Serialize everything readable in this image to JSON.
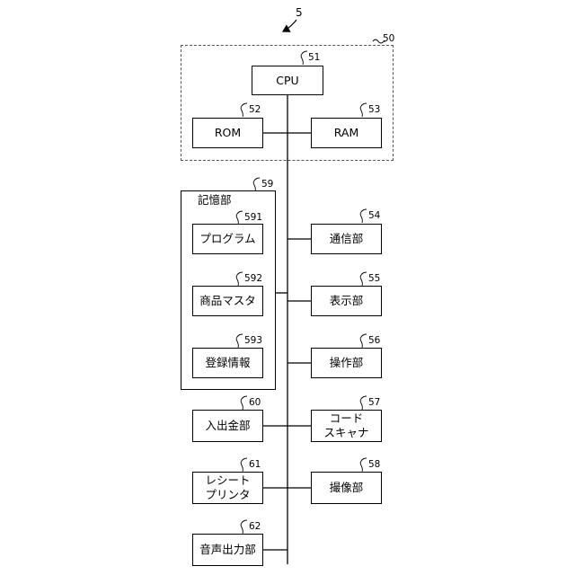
{
  "figure_ref": "5",
  "groups": {
    "control": {
      "ref": "50"
    },
    "storage": {
      "ref": "59",
      "label": "記憶部"
    }
  },
  "blocks": {
    "cpu": {
      "label": "CPU",
      "ref": "51"
    },
    "rom": {
      "label": "ROM",
      "ref": "52"
    },
    "ram": {
      "label": "RAM",
      "ref": "53"
    },
    "comm": {
      "label": "通信部",
      "ref": "54"
    },
    "display": {
      "label": "表示部",
      "ref": "55"
    },
    "operation": {
      "label": "操作部",
      "ref": "56"
    },
    "scanner": {
      "label": "コード\nスキャナ",
      "ref": "57"
    },
    "camera": {
      "label": "撮像部",
      "ref": "58"
    },
    "program": {
      "label": "プログラム",
      "ref": "591"
    },
    "master": {
      "label": "商品マスタ",
      "ref": "592"
    },
    "registration": {
      "label": "登録情報",
      "ref": "593"
    },
    "cash": {
      "label": "入出金部",
      "ref": "60"
    },
    "printer": {
      "label": "レシート\nプリンタ",
      "ref": "61"
    },
    "audio": {
      "label": "音声出力部",
      "ref": "62"
    }
  }
}
